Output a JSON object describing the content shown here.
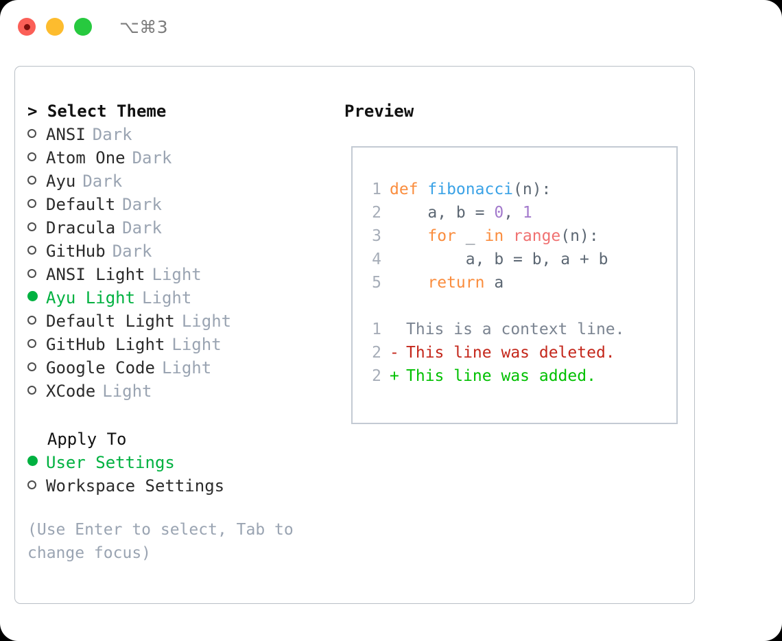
{
  "titlebar": {
    "shortcut": "⌥⌘3",
    "buttons": [
      {
        "name": "close",
        "color": "#fb5f57"
      },
      {
        "name": "minimize",
        "color": "#fdbc2e"
      },
      {
        "name": "zoom",
        "color": "#27c93f"
      }
    ]
  },
  "theme_picker": {
    "heading": "> Select Theme",
    "items": [
      {
        "marker": "○",
        "label": "ANSI",
        "tag": "Dark",
        "selected": false
      },
      {
        "marker": "○",
        "label": "Atom One",
        "tag": "Dark",
        "selected": false
      },
      {
        "marker": "○",
        "label": "Ayu",
        "tag": "Dark",
        "selected": false
      },
      {
        "marker": "○",
        "label": "Default",
        "tag": "Dark",
        "selected": false
      },
      {
        "marker": "○",
        "label": "Dracula",
        "tag": "Dark",
        "selected": false
      },
      {
        "marker": "○",
        "label": "GitHub",
        "tag": "Dark",
        "selected": false
      },
      {
        "marker": "○",
        "label": "ANSI Light",
        "tag": "Light",
        "selected": false
      },
      {
        "marker": "●",
        "label": "Ayu Light",
        "tag": "Light",
        "selected": true
      },
      {
        "marker": "○",
        "label": "Default Light",
        "tag": "Light",
        "selected": false
      },
      {
        "marker": "○",
        "label": "GitHub Light",
        "tag": "Light",
        "selected": false
      },
      {
        "marker": "○",
        "label": "Google Code",
        "tag": "Light",
        "selected": false
      },
      {
        "marker": "○",
        "label": "XCode",
        "tag": "Light",
        "selected": false
      }
    ]
  },
  "apply_to": {
    "heading": "  Apply To",
    "items": [
      {
        "marker": "●",
        "label": "User Settings",
        "selected": true
      },
      {
        "marker": "○",
        "label": "Workspace Settings",
        "selected": false
      }
    ]
  },
  "hint": "(Use Enter to select, Tab to change focus)",
  "preview": {
    "heading": "Preview",
    "code_lines": [
      {
        "no": "1",
        "tokens": [
          {
            "t": "def ",
            "c": "kw"
          },
          {
            "t": "fibonacci",
            "c": "fn"
          },
          {
            "t": "(n):",
            "c": "pun"
          }
        ]
      },
      {
        "no": "2",
        "tokens": [
          {
            "t": "    a, b = ",
            "c": "var"
          },
          {
            "t": "0",
            "c": "num"
          },
          {
            "t": ", ",
            "c": "pun"
          },
          {
            "t": "1",
            "c": "num"
          }
        ]
      },
      {
        "no": "3",
        "tokens": [
          {
            "t": "    for",
            "c": "kw"
          },
          {
            "t": " _ ",
            "c": "var"
          },
          {
            "t": "in ",
            "c": "kw"
          },
          {
            "t": "range",
            "c": "blt"
          },
          {
            "t": "(n):",
            "c": "pun"
          }
        ]
      },
      {
        "no": "4",
        "tokens": [
          {
            "t": "        a, b = b, a + b",
            "c": "var"
          }
        ]
      },
      {
        "no": "5",
        "tokens": [
          {
            "t": "    return ",
            "c": "kw"
          },
          {
            "t": "a",
            "c": "var"
          }
        ]
      }
    ],
    "diff_lines": [
      {
        "no": "1",
        "mark": " ",
        "text": "This is a context line.",
        "kind": "ctx"
      },
      {
        "no": "2",
        "mark": "-",
        "text": "This line was deleted.",
        "kind": "del"
      },
      {
        "no": "2",
        "mark": "+",
        "text": "This line was added.",
        "kind": "add"
      }
    ]
  },
  "colors": {
    "accent_green": "#00b140",
    "tag_gray": "#9aa4b2",
    "keyword_orange": "#fa8d3e",
    "function_blue": "#3aa2e6",
    "number_purple": "#a37acc",
    "builtin_red": "#f07171",
    "diff_delete": "#c4271b",
    "diff_add": "#00c000"
  }
}
